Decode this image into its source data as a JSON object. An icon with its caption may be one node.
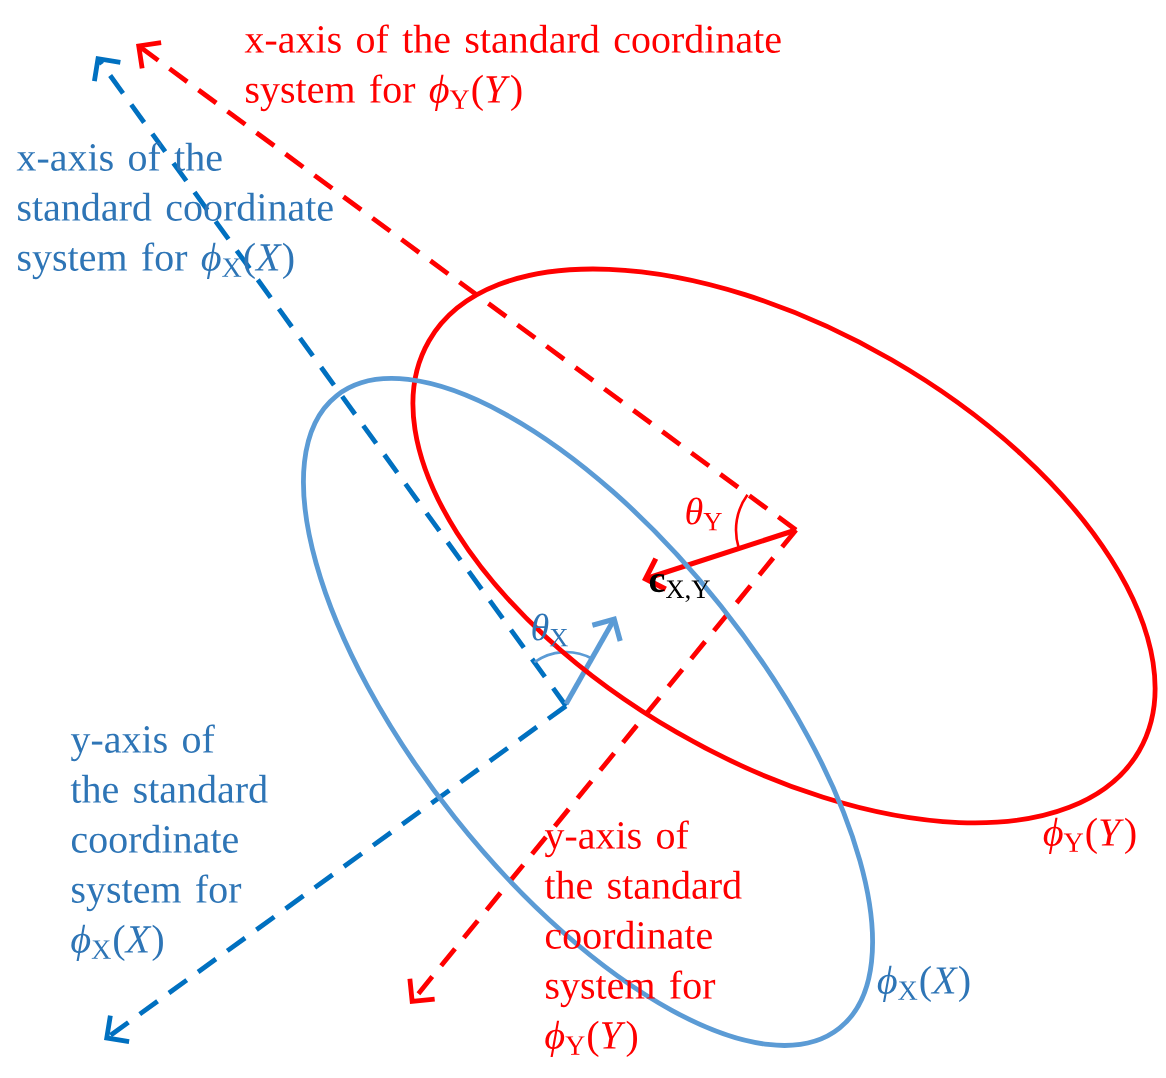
{
  "diagram": {
    "nodes": [
      {
        "text": [],
        "shape": "ellipse",
        "beside": [
          "*ϕ*$_{Y}$(*Y*)"
        ]
      },
      {
        "text": [],
        "shape": "ellipse",
        "beside": [
          "*ϕ*$_{X}$(*X*)"
        ]
      }
    ],
    "labels": [
      "x-axis of the standard coordinate system for *ϕ*$_{Y}$(*Y*)",
      "x-axis of the standard coordinate system for *ϕ*$_{X}$(*X*)",
      "*θ*$_{Y}$",
      "**c**$_{X,Y}$",
      "*θ*$_{X}$",
      "y-axis of the standard coordinate system for *ϕ*$_{X}$(*X*)",
      "y-axis of the standard coordinate system for *ϕ*$_{Y}$(*Y*)"
    ]
  }
}
